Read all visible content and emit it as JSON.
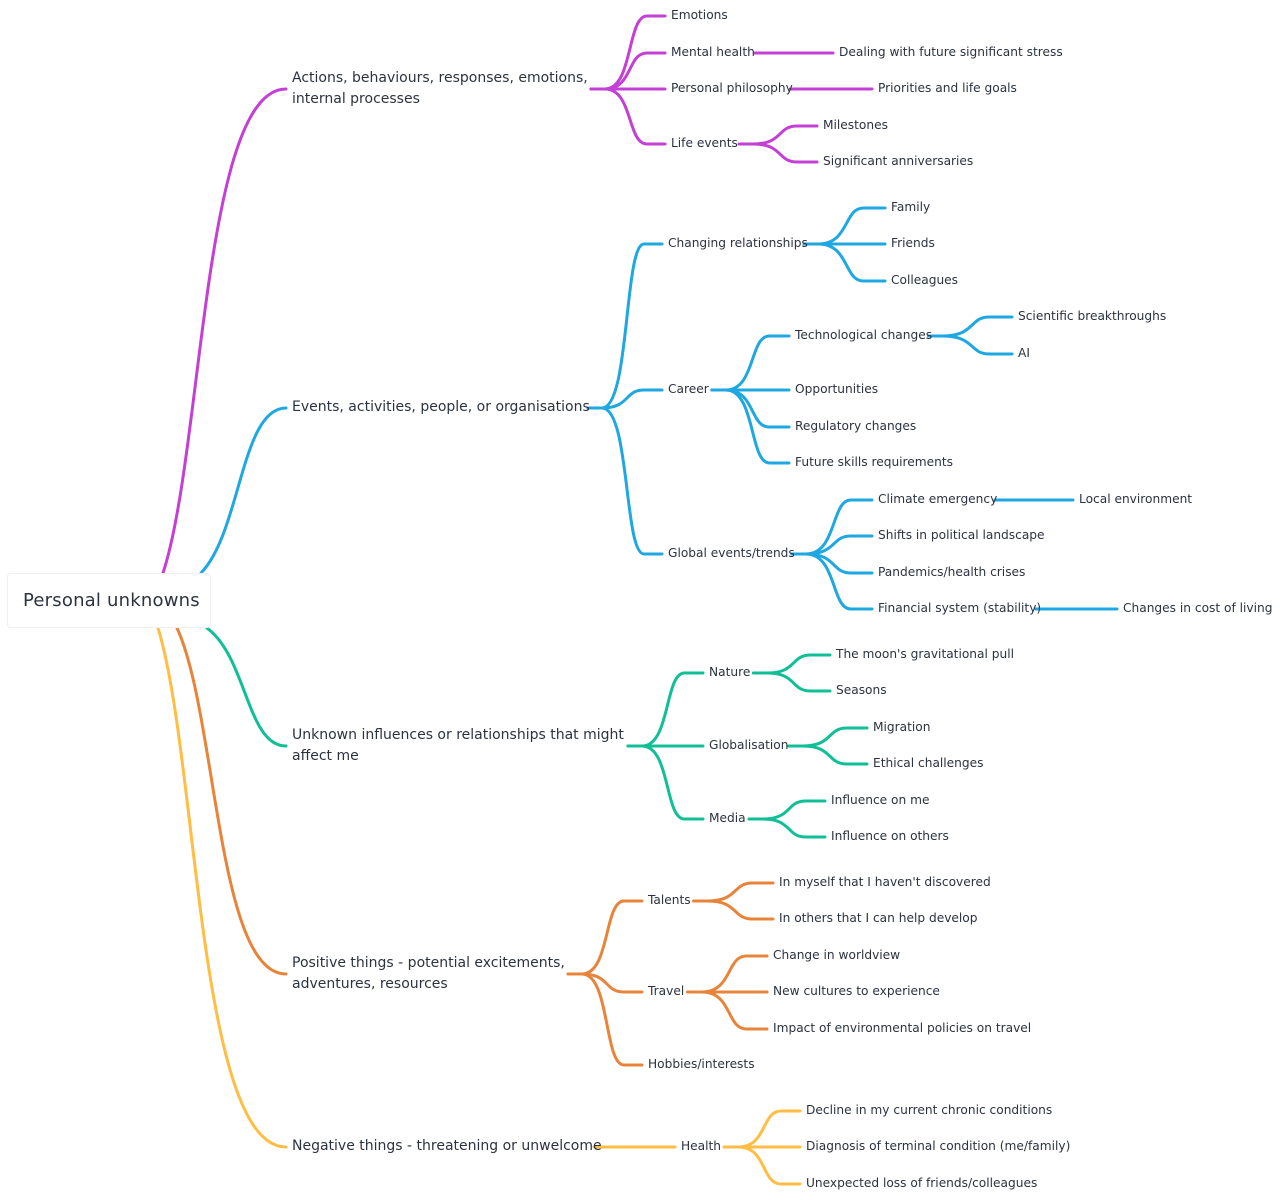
{
  "root": {
    "label": "Personal unknowns"
  },
  "colors": {
    "actions": "#c43fd4",
    "events": "#1ea7e1",
    "influences": "#10bf96",
    "positive": "#e8843a",
    "negative": "#ffbd44",
    "text": "#2b3340"
  },
  "branches": [
    {
      "id": "actions",
      "label_lines": [
        "Actions, behaviours, responses, emotions,",
        "internal processes"
      ],
      "children": [
        {
          "label": "Emotions",
          "children": []
        },
        {
          "label": "Mental health",
          "children": [
            {
              "label": "Dealing with future significant stress",
              "children": []
            }
          ]
        },
        {
          "label": "Personal philosophy",
          "children": [
            {
              "label": "Priorities and life goals",
              "children": []
            }
          ]
        },
        {
          "label": "Life events",
          "children": [
            {
              "label": "Milestones",
              "children": []
            },
            {
              "label": "Significant anniversaries",
              "children": []
            }
          ]
        }
      ]
    },
    {
      "id": "events",
      "label_lines": [
        "Events, activities, people, or organisations"
      ],
      "children": [
        {
          "label": "Changing relationships",
          "children": [
            {
              "label": "Family",
              "children": []
            },
            {
              "label": "Friends",
              "children": []
            },
            {
              "label": "Colleagues",
              "children": []
            }
          ]
        },
        {
          "label": "Career",
          "children": [
            {
              "label": "Technological changes",
              "children": [
                {
                  "label": "Scientific breakthroughs",
                  "children": []
                },
                {
                  "label": "AI",
                  "children": []
                }
              ]
            },
            {
              "label": "Opportunities",
              "children": []
            },
            {
              "label": "Regulatory changes",
              "children": []
            },
            {
              "label": "Future skills requirements",
              "children": []
            }
          ]
        },
        {
          "label": "Global events/trends",
          "children": [
            {
              "label": "Climate emergency",
              "children": [
                {
                  "label": "Local environment",
                  "children": []
                }
              ]
            },
            {
              "label": "Shifts in political landscape",
              "children": []
            },
            {
              "label": "Pandemics/health crises",
              "children": []
            },
            {
              "label": "Financial system (stability)",
              "children": [
                {
                  "label": "Changes in cost of living",
                  "children": []
                }
              ]
            }
          ]
        }
      ]
    },
    {
      "id": "influences",
      "label_lines": [
        "Unknown influences or relationships that might",
        "affect me"
      ],
      "children": [
        {
          "label": "Nature",
          "children": [
            {
              "label": "The moon's gravitational pull",
              "children": []
            },
            {
              "label": "Seasons",
              "children": []
            }
          ]
        },
        {
          "label": "Globalisation",
          "children": [
            {
              "label": "Migration",
              "children": []
            },
            {
              "label": "Ethical challenges",
              "children": []
            }
          ]
        },
        {
          "label": "Media",
          "children": [
            {
              "label": "Influence on me",
              "children": []
            },
            {
              "label": "Influence on others",
              "children": []
            }
          ]
        }
      ]
    },
    {
      "id": "positive",
      "label_lines": [
        "Positive things - potential excitements,",
        "adventures, resources"
      ],
      "children": [
        {
          "label": "Talents",
          "children": [
            {
              "label": "In myself that I haven't discovered",
              "children": []
            },
            {
              "label": "In others that I can help develop",
              "children": []
            }
          ]
        },
        {
          "label": "Travel",
          "children": [
            {
              "label": "Change in worldview",
              "children": []
            },
            {
              "label": "New cultures to experience",
              "children": []
            },
            {
              "label": "Impact of environmental policies on travel",
              "children": []
            }
          ]
        },
        {
          "label": "Hobbies/interests",
          "children": []
        }
      ]
    },
    {
      "id": "negative",
      "label_lines": [
        "Negative things - threatening or unwelcome"
      ],
      "children": [
        {
          "label": "Health",
          "children": [
            {
              "label": "Decline in my current chronic conditions",
              "children": []
            },
            {
              "label": "Diagnosis of terminal condition (me/family)",
              "children": []
            },
            {
              "label": "Unexpected loss of friends/colleagues",
              "children": []
            }
          ]
        }
      ]
    }
  ]
}
